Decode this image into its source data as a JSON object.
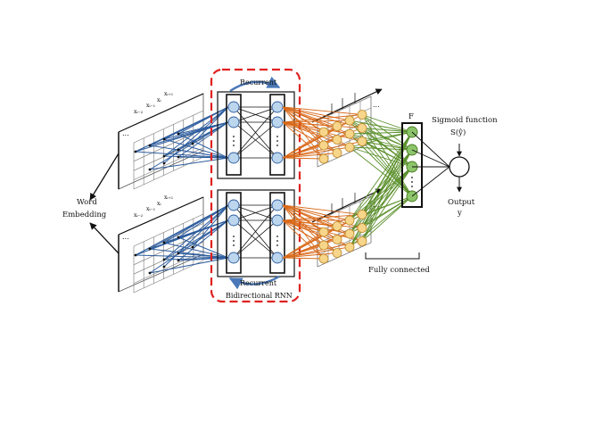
{
  "labels": {
    "word_embedding_line1": "Word",
    "word_embedding_line2": "Embedding",
    "recurrent_top": "Recurrent",
    "recurrent_bottom": "Recurrent",
    "bidirectional_rnn": "Bidirectional RNN",
    "fully_connected": "Fully connected",
    "f_label": "F",
    "sigmoid_line1": "Sigmoid function",
    "sigmoid_line2": "S(ŷ)",
    "output_line1": "Output",
    "output_line2": "y"
  },
  "embedding_tokens": [
    "xᵢ₋₂",
    "xᵢ₋₁",
    "xᵢ",
    "xᵢ₊₁"
  ],
  "dots": "...",
  "colors": {
    "input_lines": "#2e5d9e",
    "rnn_to_features": "#d96a1a",
    "fc_lines": "#5a8f2a",
    "node_blue": "#bcd6ee",
    "node_orange": "#f7d58a",
    "node_green": "#8cc46a",
    "dashed_box": "#e02020"
  }
}
